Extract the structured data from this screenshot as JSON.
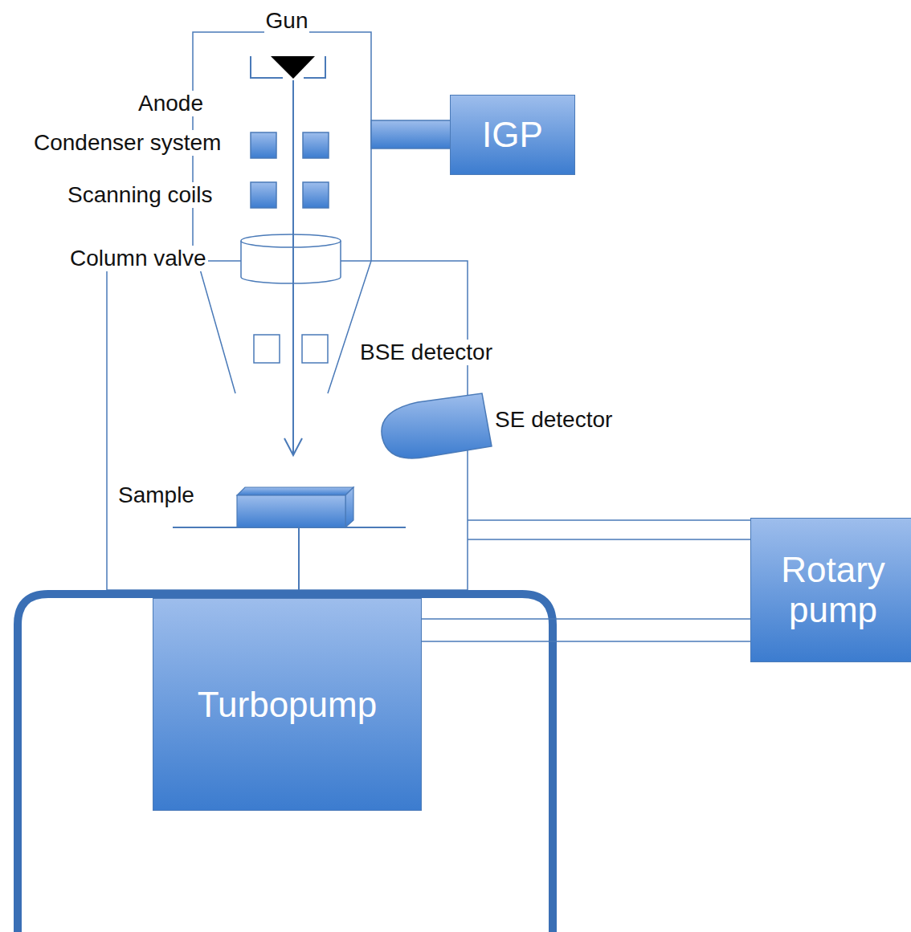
{
  "diagram": {
    "nodes": [
      {
        "text": [
          "IGP"
        ]
      },
      {
        "text": [
          "Rotary pump"
        ]
      },
      {
        "text": [
          "Turbopump"
        ]
      }
    ],
    "edges": [
      {
        "from": 2,
        "to": 1,
        "arrow": "none"
      }
    ],
    "labels": [
      "Gun",
      "Anode",
      "Condenser system",
      "Scanning coils",
      "Column valve",
      "BSE detector",
      "SE detector",
      "Sample"
    ]
  }
}
